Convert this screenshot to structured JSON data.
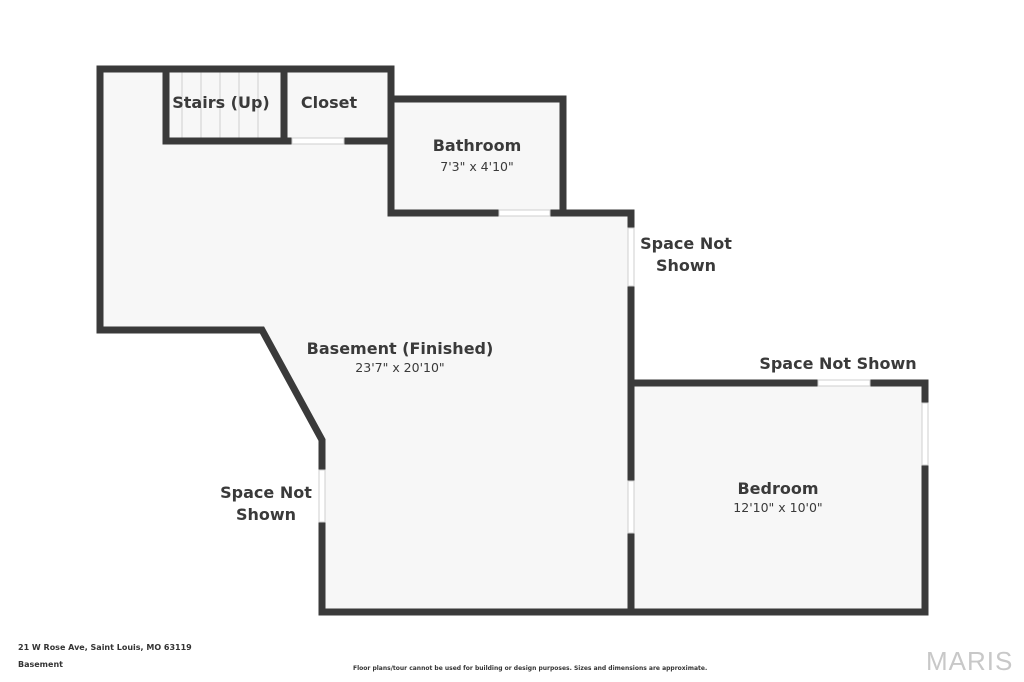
{
  "rooms": {
    "stairs": {
      "title": "Stairs (Up)"
    },
    "closet": {
      "title": "Closet"
    },
    "bathroom": {
      "title": "Bathroom",
      "dimensions": "7'3\" x 4'10\""
    },
    "basement": {
      "title": "Basement (Finished)",
      "dimensions": "23'7\" x 20'10\""
    },
    "bedroom": {
      "title": "Bedroom",
      "dimensions": "12'10\" x 10'0\""
    }
  },
  "outside_labels": {
    "right_upper_line1": "Space Not",
    "right_upper_line2": "Shown",
    "top_bedroom": "Space Not Shown",
    "left_lower_line1": "Space Not",
    "left_lower_line2": "Shown"
  },
  "footer": {
    "address": "21 W Rose Ave, Saint Louis, MO 63119",
    "floor": "Basement",
    "disclaimer": "Floor plans/tour cannot be used for building or design purposes. Sizes and dimensions are approximate.",
    "brand": "MARIS"
  },
  "colors": {
    "wall": "#3a3a3a",
    "floor": "#f7f7f7",
    "opening": "#ffffff"
  }
}
